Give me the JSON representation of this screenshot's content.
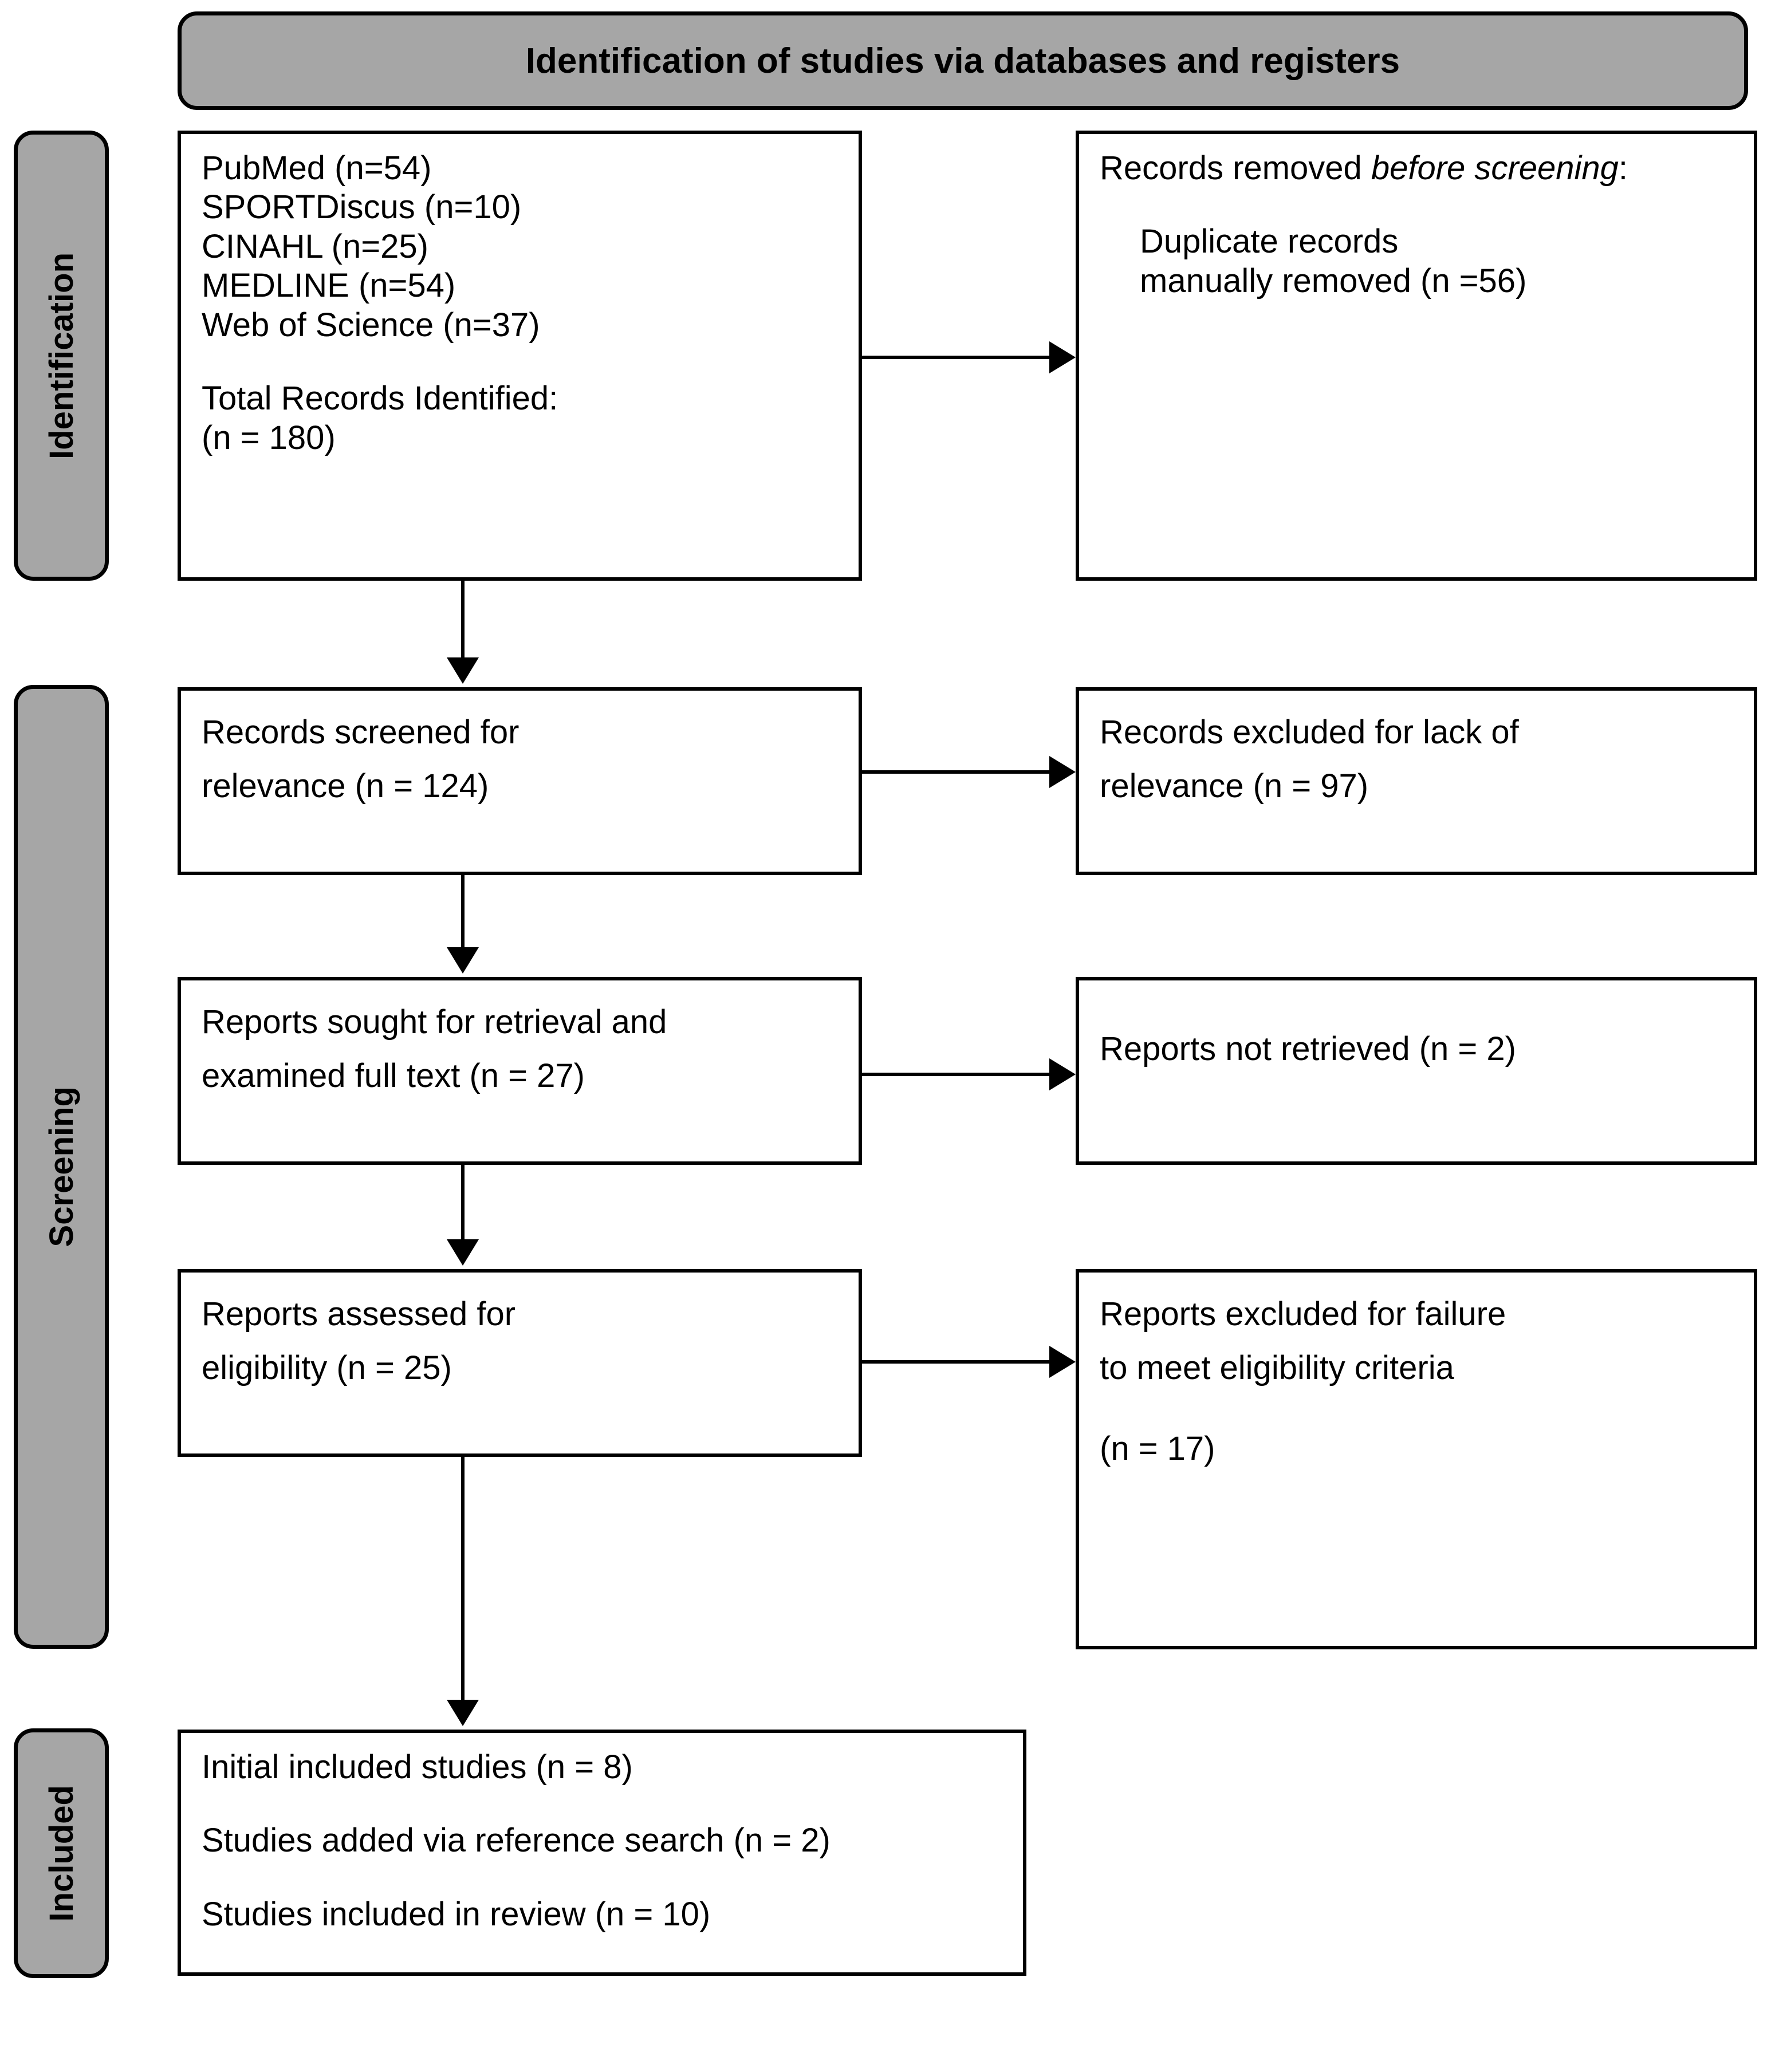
{
  "diagram": {
    "type": "PRISMA flow diagram",
    "header": {
      "title": "Identification of studies via databases and registers"
    },
    "stages": [
      {
        "key": "identification",
        "label": "Identification"
      },
      {
        "key": "screening",
        "label": "Screening"
      },
      {
        "key": "included",
        "label": "Included"
      }
    ],
    "colors": {
      "banner_fill": "#A6A6A6",
      "box_fill": "#FFFFFF",
      "stroke": "#000000"
    },
    "boxes": {
      "identified": {
        "sources": [
          "PubMed (n=54)",
          "SPORTDiscus (n=10)",
          "CINAHL (n=25)",
          "MEDLINE (n=54)",
          "Web of Science (n=37)"
        ],
        "total_label": "Total Records Identified:",
        "total_value": "(n = 180)"
      },
      "removed": {
        "heading_plain": "Records removed ",
        "heading_italic": "before screening",
        "heading_suffix": ":",
        "detail_line1": "Duplicate records",
        "detail_line2": "manually removed (n =56)"
      },
      "screened": {
        "line1": "Records screened for",
        "line2": "relevance (n = 124)"
      },
      "excluded_relevance": {
        "line1": "Records excluded for lack of",
        "line2": "relevance (n = 97)"
      },
      "sought": {
        "line1": "Reports sought for retrieval and",
        "line2": "examined full text (n = 27)"
      },
      "not_retrieved": {
        "line1": "Reports not retrieved (n = 2)"
      },
      "assessed": {
        "line1": "Reports assessed for",
        "line2": "eligibility (n = 25)"
      },
      "excluded_eligibility": {
        "line1": "Reports excluded for failure",
        "line2": "to meet eligibility criteria",
        "line3": " (n = 17)"
      },
      "included": {
        "line1": "Initial included studies (n = 8)",
        "line2": "Studies added via reference search (n = 2)",
        "line3": "Studies included in review (n = 10)"
      }
    },
    "counts": {
      "pubmed": 54,
      "sportdiscus": 10,
      "cinahl": 25,
      "medline": 54,
      "web_of_science": 37,
      "total_identified": 180,
      "duplicates_removed": 56,
      "screened": 124,
      "excluded_relevance": 97,
      "sought_full_text": 27,
      "not_retrieved": 2,
      "assessed_eligibility": 25,
      "excluded_eligibility": 17,
      "initial_included": 8,
      "added_reference_search": 2,
      "included_in_review": 10
    }
  }
}
